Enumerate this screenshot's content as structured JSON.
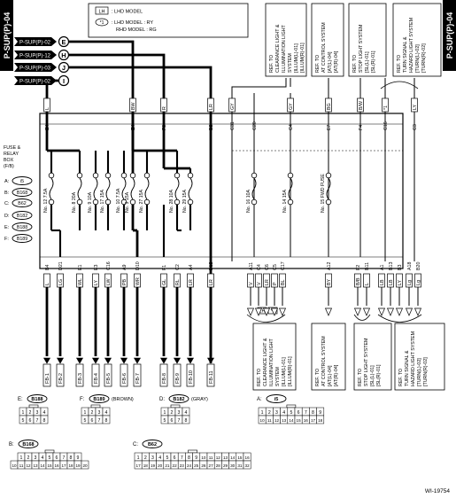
{
  "page_tag": "P-SUP(P)-04",
  "figure_id": "WI-19754",
  "legend": {
    "lhd_box": "LH",
    "lhd_text": ": LHD MODEL",
    "mark": "*1",
    "rhd_text_1": ": LHD MODEL : RY",
    "rhd_text_2": "RHD MODEL : RG"
  },
  "connectors_in": [
    {
      "label": "P-SUP(P)-02",
      "letter": "E"
    },
    {
      "label": "P-SUP(P)-12",
      "letter": "H"
    },
    {
      "label": "P-SUP(P)-03",
      "letter": "J"
    },
    {
      "label": "P-SUP(P)-02",
      "letter": "I"
    }
  ],
  "refs_top": [
    [
      "REF. TO",
      "CLEARANCE LIGHT &",
      "ILLUMINATION LIGHT",
      "SYSTEM",
      "[ILLUM(L)-01]",
      "[ILLUM(R)-01]"
    ],
    [
      "REF. TO",
      "AT CONTROL SYSTEM",
      "[AT(L)-04]",
      "[AT(R)-04]"
    ],
    [
      "REF. TO",
      "STOP LIGHT SYSTEM",
      "[SL(L)-01]",
      "[SL(R)-01]"
    ],
    [
      "REF. TO",
      "TURN SIGNAL &",
      "HAZARD LIGHT SYSTEM",
      "[TURN(L)-02]",
      "[TURN(R)-02]"
    ]
  ],
  "refs_bottom": [
    [
      "REF. TO",
      "CLEARANCE LIGHT &",
      "ILLUMINATION LIGHT",
      "SYSTEM",
      "[ILLUM(L)-01]",
      "[ILLUM(R)-01]"
    ],
    [
      "REF. TO",
      "AT CONTROL SYSTEM",
      "[AT(L)-04]",
      "[AT(R)-04]"
    ],
    [
      "REF. TO",
      "STOP LIGHT SYSTEM",
      "[SL(L)-01]",
      "[SL(R)-01]"
    ],
    [
      "REF. TO",
      "TURN SIGNAL &",
      "HAZARD LIGHT SYSTEM",
      "[TURN(L)-02]",
      "[TURN(R)-02]"
    ]
  ],
  "fuse_box": {
    "title": [
      "FUSE &",
      "RELAY",
      "BOX",
      "(F/B)"
    ],
    "pins": [
      {
        "key": "A:",
        "conn": "i5"
      },
      {
        "key": "B:",
        "conn": "B168"
      },
      {
        "key": "C:",
        "conn": "B62"
      },
      {
        "key": "D:",
        "conn": "B182"
      },
      {
        "key": "E:",
        "conn": "B188"
      },
      {
        "key": "F:",
        "conn": "B189"
      }
    ]
  },
  "top_terms": [
    {
      "pin": "E4",
      "wire": "L"
    },
    {
      "pin": "E4",
      "wire": "BW"
    },
    {
      "pin": "F8",
      "wire": "R"
    },
    {
      "pin": "B2",
      "wire": "LR"
    },
    {
      "pin": "C31",
      "wire": "GY"
    },
    {
      "pin": "C20",
      "wire": ""
    },
    {
      "pin": "C4",
      "wire": "GY"
    },
    {
      "pin": "E7",
      "wire": "BG"
    },
    {
      "pin": "F4",
      "wire": "B/W"
    },
    {
      "pin": "C16",
      "wire": "*1"
    },
    {
      "pin": "C3",
      "wire": "LY"
    }
  ],
  "fuses": [
    "No. 12 7.5A",
    "No. 8 20A",
    "No. 9 10A",
    "No. 17 15A",
    "No. 10 7.5A",
    "No. 27 15A",
    "No. 28 10A",
    "No. 29 15A",
    "No. 3 15A",
    "No. 16 10A",
    "No. 14 15A",
    "No. 15 FWD FUSE"
  ],
  "bottom_terms": [
    {
      "pin": "B4",
      "wire": "L"
    },
    {
      "pin": "D21",
      "wire": "LG"
    },
    {
      "pin": "E1",
      "wire": "WL"
    },
    {
      "pin": "E3",
      "wire": "LY"
    },
    {
      "pin": "C16",
      "wire": "LW"
    },
    {
      "pin": "A9",
      "wire": "PB"
    },
    {
      "pin": "D10",
      "wire": "WR"
    },
    {
      "pin": "F1",
      "wire": "GL"
    },
    {
      "pin": "C2",
      "wire": "RL"
    },
    {
      "pin": "A4",
      "wire": "LR"
    },
    {
      "pin": "B12",
      "wire": "LR"
    },
    {
      "pin": "A11",
      "wire": "V"
    },
    {
      "pin": "C4",
      "wire": "V"
    },
    {
      "pin": "C6",
      "wire": "LR"
    },
    {
      "pin": "C5",
      "wire": "P"
    },
    {
      "pin": "C17",
      "wire": "BL"
    },
    {
      "pin": "A12",
      "wire": "BY"
    },
    {
      "pin": "F2",
      "wire": "B/B"
    },
    {
      "pin": "B11",
      "wire": "L"
    },
    {
      "pin": "A1",
      "wire": "LB"
    },
    {
      "pin": "B13",
      "wire": "LB"
    },
    {
      "pin": "B3",
      "wire": "LY"
    },
    {
      "pin": "A18",
      "wire": "Lg"
    },
    {
      "pin": "B20",
      "wire": "Lg"
    }
  ],
  "fb_outputs": [
    "FB-1",
    "FB-2",
    "FB-3",
    "FB-4",
    "FB-5",
    "FB-6",
    "FB-7",
    "FB-8",
    "FB-9",
    "FB-10",
    "FB-11"
  ],
  "small_tags": [
    "LH",
    "*1"
  ],
  "pinouts": [
    {
      "key": "E:",
      "conn": "B188",
      "note": "",
      "rows": [
        [
          "1",
          "2",
          "3",
          "4"
        ],
        [
          "5",
          "6",
          "7",
          "8"
        ]
      ]
    },
    {
      "key": "F:",
      "conn": "B189",
      "note": "(BROWN)",
      "rows": [
        [
          "1",
          "2",
          "3",
          "4"
        ],
        [
          "5",
          "6",
          "7",
          "8"
        ]
      ]
    },
    {
      "key": "D:",
      "conn": "B182",
      "note": "(GRAY)",
      "rows": [
        [
          "1",
          "2",
          "3",
          "4"
        ],
        [
          "5",
          "6",
          "7",
          "8"
        ]
      ]
    },
    {
      "key": "A:",
      "conn": "i5",
      "note": "",
      "rows": [
        [
          "1",
          "2",
          "3",
          "4",
          "5",
          "6",
          "7",
          "8",
          "9"
        ],
        [
          "10",
          "11",
          "12",
          "13",
          "14",
          "15",
          "16",
          "17",
          "18"
        ]
      ]
    },
    {
      "key": "B:",
      "conn": "B168",
      "note": "",
      "rows": [
        [
          "1",
          "2",
          "3",
          "4",
          "5",
          "6",
          "7",
          "8",
          "9"
        ],
        [
          "10",
          "11",
          "12",
          "13",
          "14",
          "15",
          "16",
          "17",
          "18",
          "19",
          "20"
        ]
      ]
    },
    {
      "key": "C:",
      "conn": "B62",
      "note": "",
      "rows": [
        [
          "1",
          "2",
          "3",
          "4",
          "5",
          "6",
          "7",
          "8",
          "9",
          "10",
          "11",
          "12",
          "13",
          "14",
          "15",
          "16"
        ],
        [
          "17",
          "18",
          "19",
          "20",
          "21",
          "22",
          "23",
          "24",
          "25",
          "26",
          "27",
          "28",
          "29",
          "30",
          "31",
          "32"
        ]
      ]
    }
  ]
}
